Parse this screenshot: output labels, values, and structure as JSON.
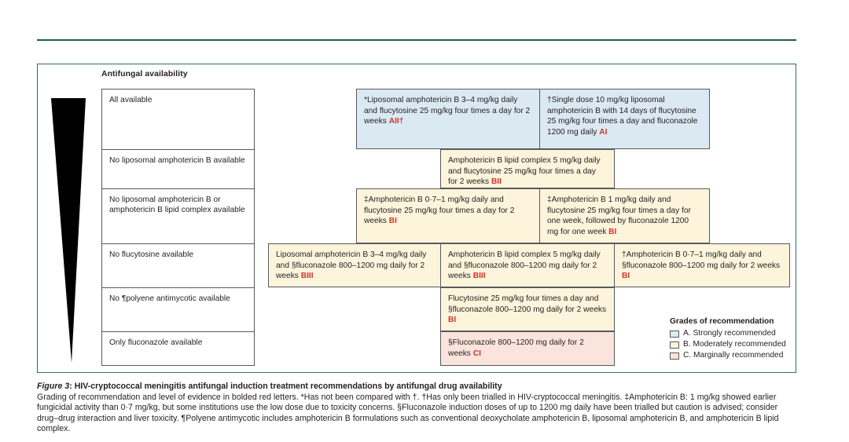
{
  "figure": {
    "availability_heading": "Antifungal availability",
    "caption_title_prefix": "Figure 3",
    "caption_title": ": HIV-cryptococcal meningitis antifungal induction treatment recommendations by antifungal drug availability",
    "caption_body": "Grading of recommendation and level of evidence in bolded red letters. *Has not been compared with †. †Has only been trialled in HIV-cryptococcal meningitis. ‡Amphotericin B: 1 mg/kg showed earlier fungicidal activity than 0·7 mg/kg, but some institutions use the low dose due to toxicity concerns. §Fluconazole induction doses of up to 1200 mg daily have been trialled but caution is advised; consider drug–drug interaction and liver toxicity. ¶Polyene antimycotic includes amphotericin B formulations such as conventional deoxycholate amphotericin B, liposomal amphotericin B, and amphotericin B lipid complex."
  },
  "availability_rows": [
    {
      "label": "All available"
    },
    {
      "label": "No liposomal amphotericin B available"
    },
    {
      "label": "No liposomal amphotericin B or amphotericin B lipid complex available"
    },
    {
      "label": "No flucytosine available"
    },
    {
      "label": "No ¶polyene antimycotic available"
    },
    {
      "label": "Only fluconazole available"
    }
  ],
  "recommendations": [
    {
      "id": "rec-all-1",
      "text": "*Liposomal amphotericin B 3–4 mg/kg daily and flucytosine 25 mg/kg four times a day for 2 weeks ",
      "grade": "AII†",
      "grade_class": "A",
      "color": "#dbe9f2"
    },
    {
      "id": "rec-all-2",
      "text": "†Single dose 10 mg/kg liposomal amphotericin B with 14 days of flucytosine 25 mg/kg four times a day and fluconazole 1200 mg daily ",
      "grade": "AI",
      "grade_class": "A",
      "color": "#dbe9f2"
    },
    {
      "id": "rec-no-lamb",
      "text": "Amphotericin B lipid complex 5 mg/kg daily and flucytosine 25 mg/kg four times a day for 2 weeks ",
      "grade": "BII",
      "grade_class": "B",
      "color": "#fdf4dc"
    },
    {
      "id": "rec-no-lamb-abl-1",
      "text": "‡Amphotericin B 0·7–1 mg/kg daily and flucytosine 25 mg/kg four times a day for 2 weeks ",
      "grade": "BI",
      "grade_class": "B",
      "color": "#fdf4dc"
    },
    {
      "id": "rec-no-lamb-abl-2",
      "text": "‡Amphotericin B 1 mg/kg daily and flucytosine 25 mg/kg four times a day for one week, followed by fluconazole 1200 mg for one week ",
      "grade": "BI",
      "grade_class": "B",
      "color": "#fdf4dc"
    },
    {
      "id": "rec-no-flu-1",
      "text": "Liposomal amphotericin B 3–4 mg/kg daily and §fluconazole 800–1200 mg daily for 2 weeks ",
      "grade": "BIII",
      "grade_class": "B",
      "color": "#fdf4dc"
    },
    {
      "id": "rec-no-flu-2",
      "text": "Amphotericin B lipid complex 5 mg/kg daily and §fluconazole 800–1200 mg daily for 2 weeks ",
      "grade": "BIII",
      "grade_class": "B",
      "color": "#fdf4dc"
    },
    {
      "id": "rec-no-flu-3",
      "text": "†Amphotericin B 0·7–1 mg/kg daily and §fluconazole 800–1200 mg daily for 2 weeks ",
      "grade": "BI",
      "grade_class": "B",
      "color": "#fdf4dc"
    },
    {
      "id": "rec-no-polyene",
      "text": "Flucytosine 25 mg/kg four times a day and §fluconazole 800–1200 mg daily for 2 weeks ",
      "grade": "BI",
      "grade_class": "B",
      "color": "#fdf4dc"
    },
    {
      "id": "rec-only-fluconazole",
      "text": "§Fluconazole 800–1200 mg daily for 2 weeks ",
      "grade": "CI",
      "grade_class": "C",
      "color": "#fbe4dc"
    }
  ],
  "legend": {
    "title": "Grades of recommendation",
    "items": [
      {
        "label": "A. Strongly recommended",
        "color": "#dbe9f2"
      },
      {
        "label": "B. Moderately recommended",
        "color": "#fdf4dc"
      },
      {
        "label": "C. Marginally recommended",
        "color": "#fbe4dc"
      }
    ]
  },
  "colors": {
    "rule_green": "#1b6145",
    "box_border_green": "#2f6f56",
    "grade_red": "#d6332b",
    "cell_border": "#58595b",
    "text": "#231f20"
  }
}
